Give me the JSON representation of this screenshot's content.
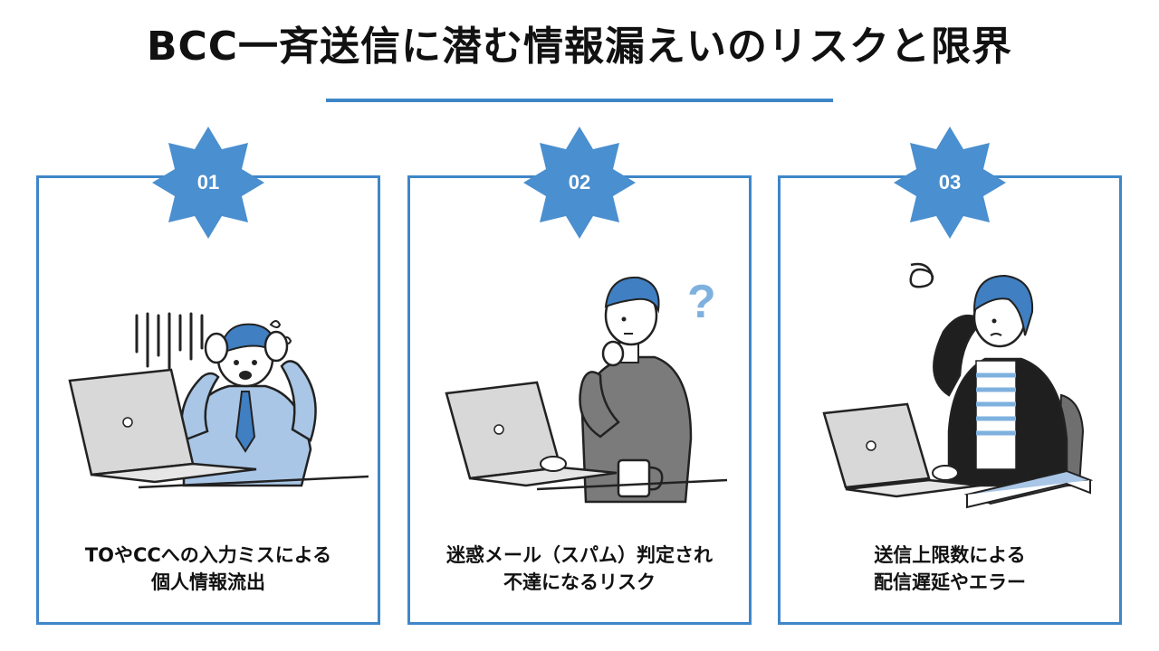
{
  "slide": {
    "title": "BCC一斉送信に潜む情報漏えいのリスクと限界",
    "accent_color": "#3f86c8",
    "badge_color": "#4a8fcf"
  },
  "cards": [
    {
      "number": "01",
      "caption_line1": "TOやCCへの入力ミスによる",
      "caption_line2": "個人情報流出",
      "icon": "panicking-businessman-at-laptop-illustration"
    },
    {
      "number": "02",
      "caption_line1": "迷惑メール（スパム）判定され",
      "caption_line2": "不達になるリスク",
      "icon": "thinking-man-with-question-mark-illustration"
    },
    {
      "number": "03",
      "caption_line1": "送信上限数による",
      "caption_line2": "配信遅延やエラー",
      "icon": "troubled-woman-at-laptop-illustration"
    }
  ]
}
